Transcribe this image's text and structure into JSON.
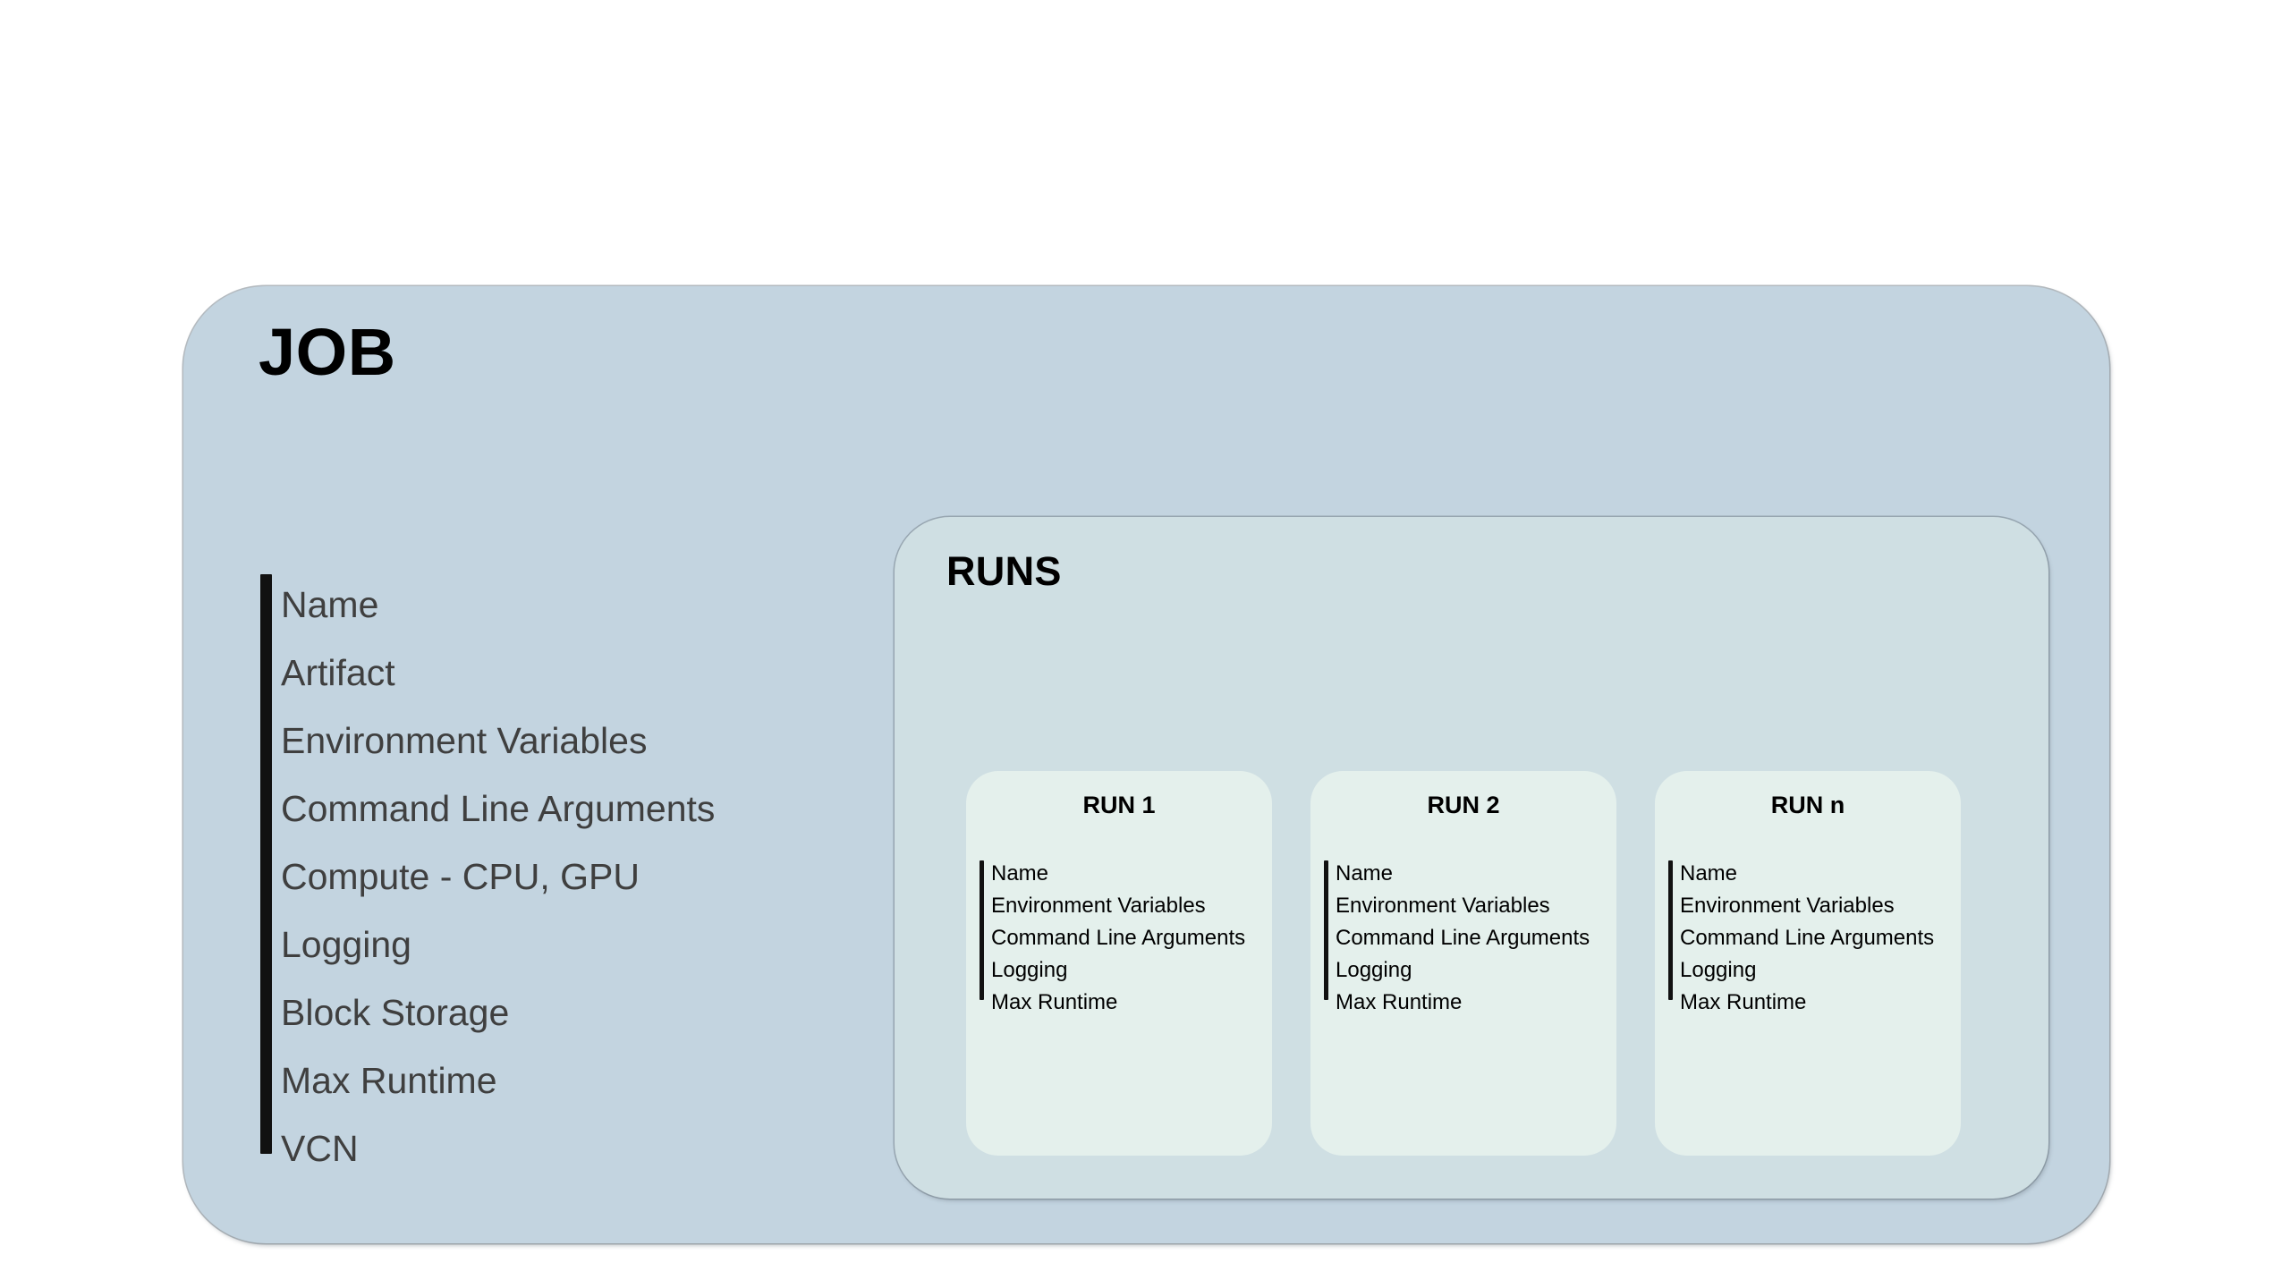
{
  "diagram": {
    "job": {
      "title": "JOB",
      "background_color": "#c3d4e0",
      "attributes": [
        "Name",
        "Artifact",
        "Environment Variables",
        "Command Line Arguments",
        "Compute - CPU, GPU",
        "Logging",
        "Block Storage",
        "Max Runtime",
        "VCN"
      ]
    },
    "runs": {
      "title": "RUNS",
      "background_color": "#cfdfe3",
      "card_color": "#e4f0ec",
      "cards": [
        {
          "title": "RUN 1",
          "attributes": [
            "Name",
            "Environment Variables",
            "Command Line Arguments",
            "Logging",
            "Max Runtime"
          ]
        },
        {
          "title": "RUN 2",
          "attributes": [
            "Name",
            "Environment Variables",
            "Command Line Arguments",
            "Logging",
            "Max Runtime"
          ]
        },
        {
          "title": "RUN n",
          "attributes": [
            "Name",
            "Environment Variables",
            "Command Line Arguments",
            "Logging",
            "Max Runtime"
          ]
        }
      ]
    }
  }
}
